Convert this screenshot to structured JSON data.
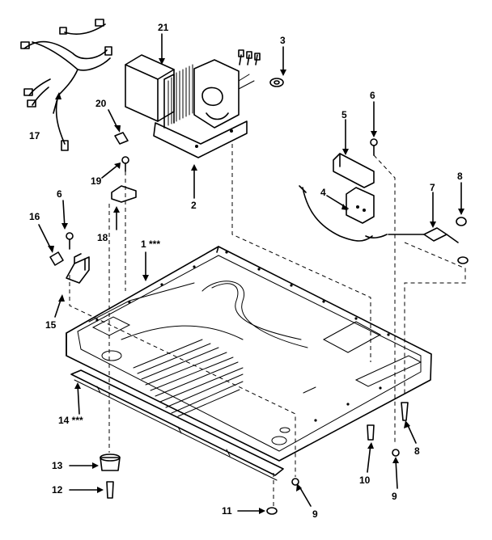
{
  "diagram": {
    "callouts": {
      "c1": "1 ***",
      "c2": "2",
      "c3": "3",
      "c4": "4",
      "c5": "5",
      "c6a": "6",
      "c6b": "6",
      "c7": "7",
      "c8a": "8",
      "c8b": "8",
      "c9a": "9",
      "c9b": "9",
      "c10": "10",
      "c11": "11",
      "c12": "12",
      "c13": "13",
      "c14": "14 ***",
      "c15": "15",
      "c16": "16",
      "c17": "17",
      "c18": "18",
      "c19": "19",
      "c20": "20",
      "c21": "21"
    }
  }
}
